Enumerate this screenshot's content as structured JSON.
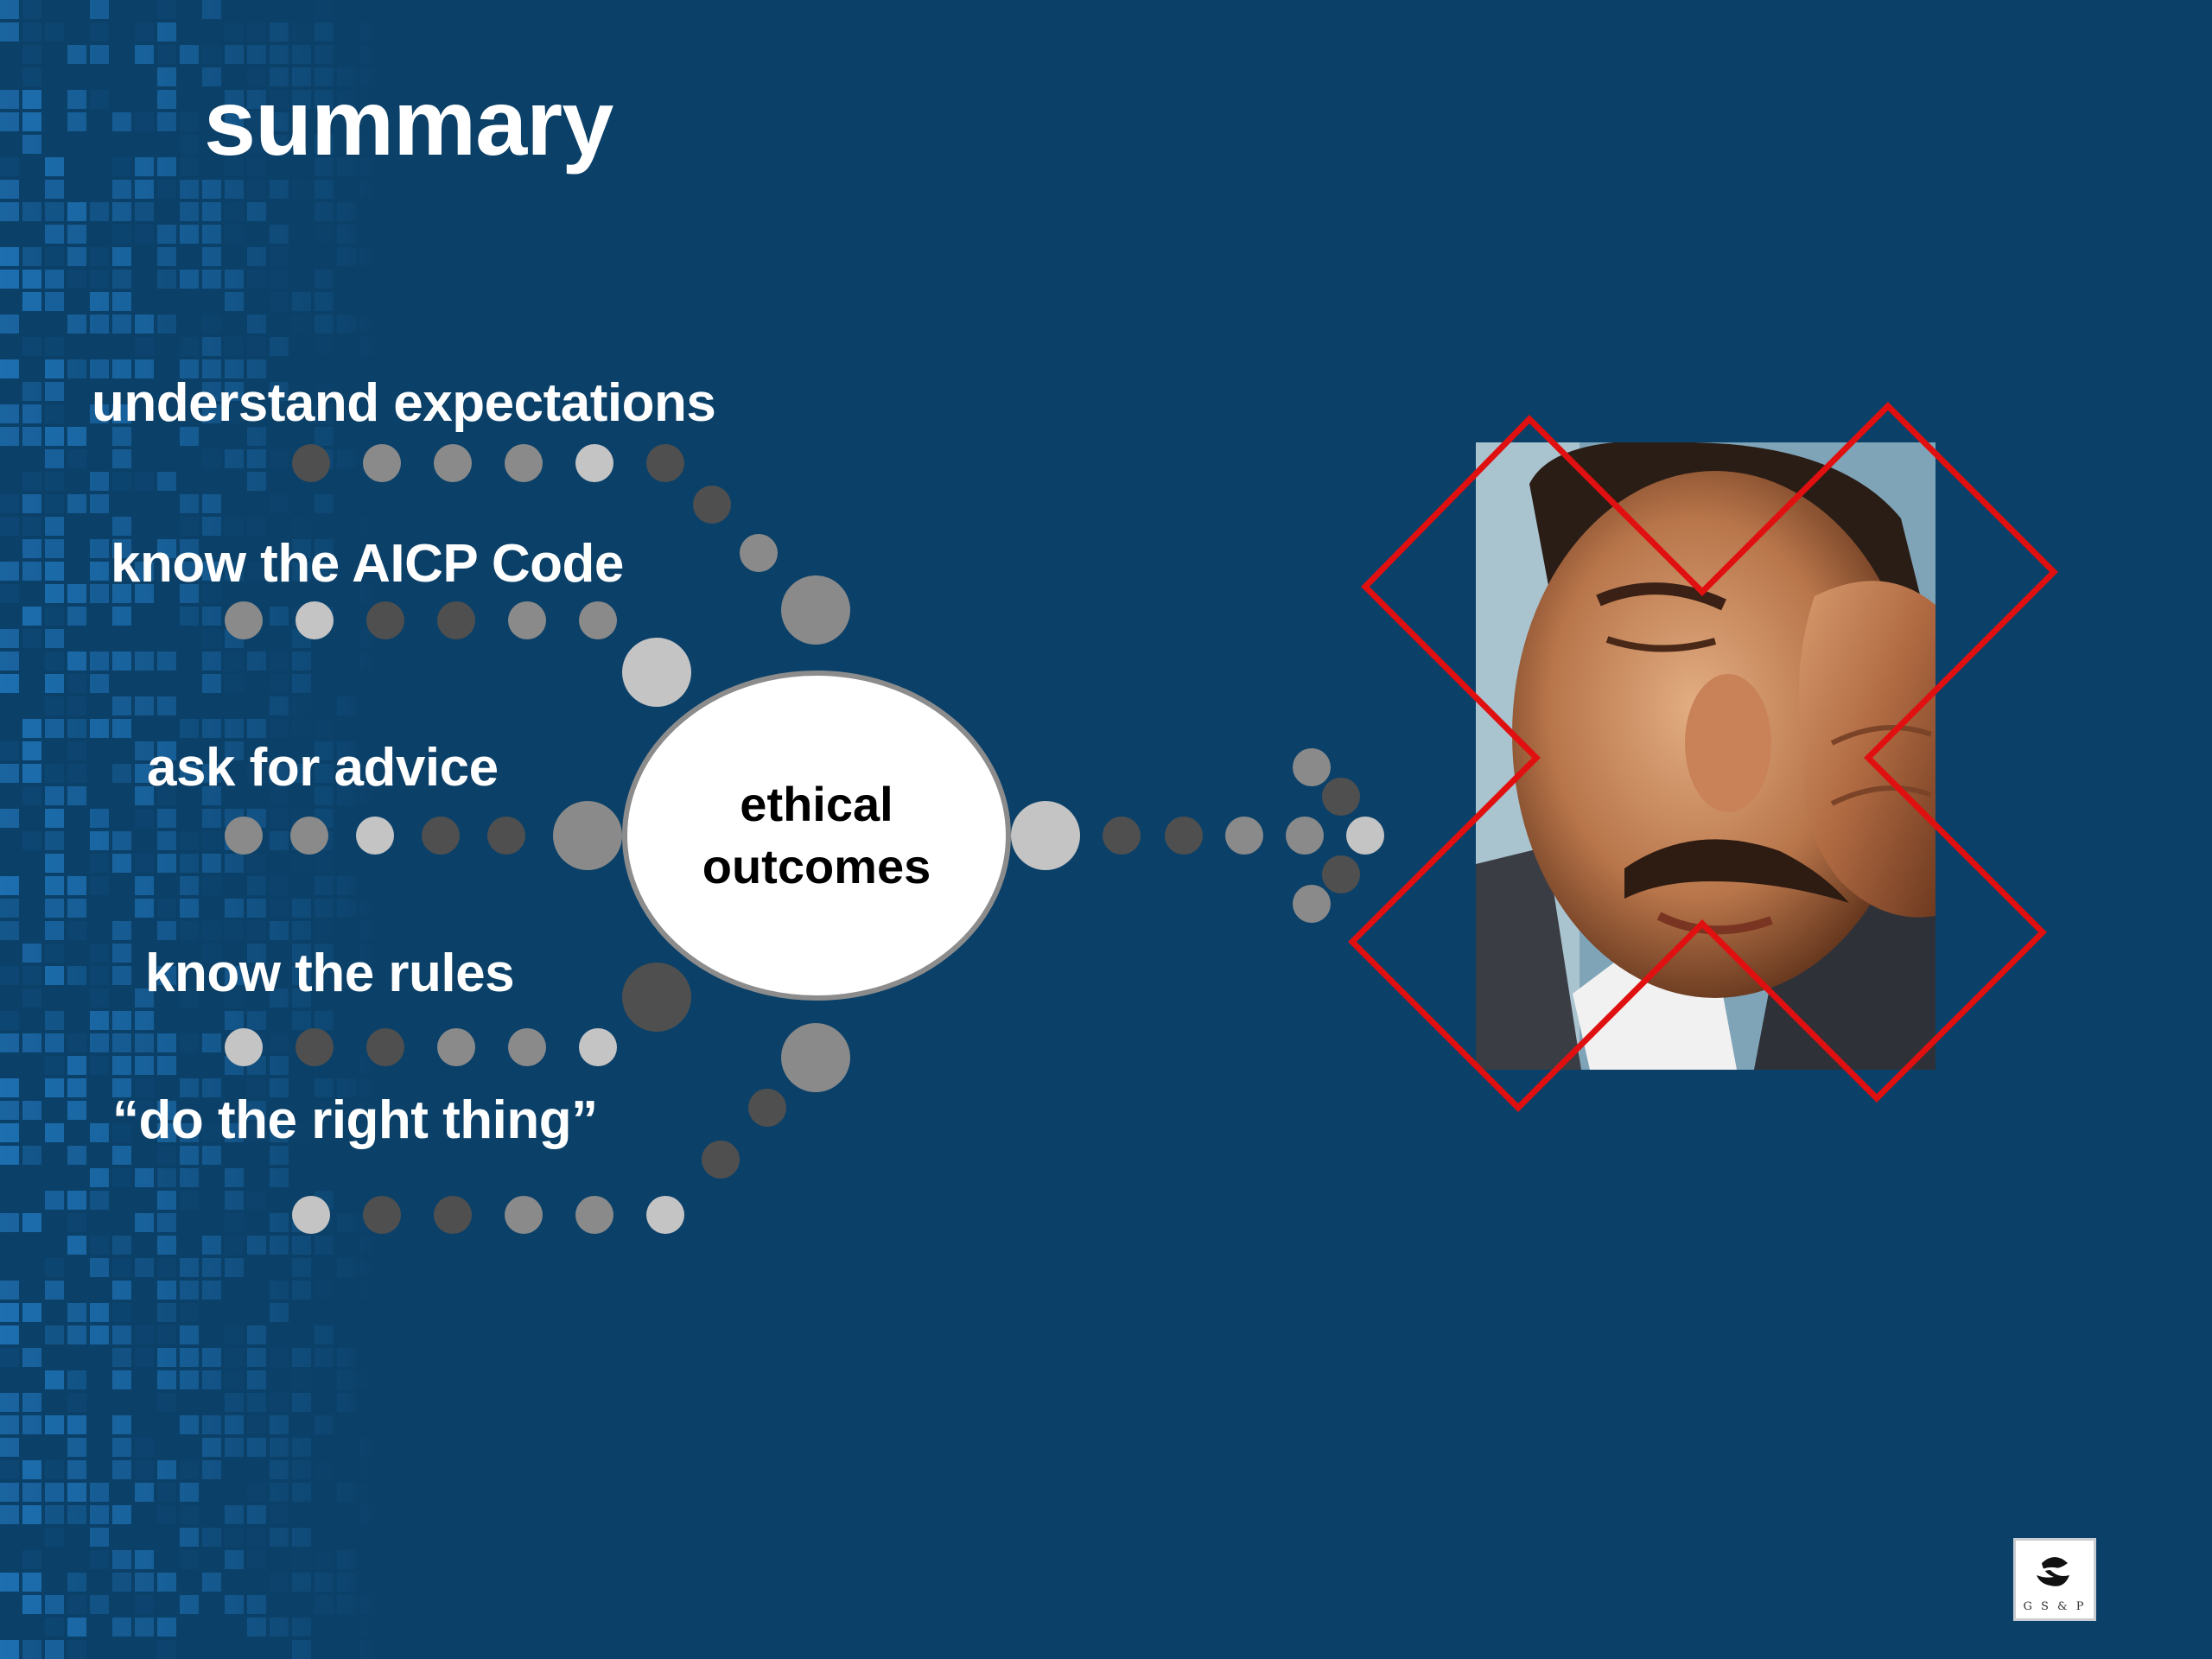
{
  "title": "summary",
  "inputs": [
    {
      "id": "understand",
      "label": "understand expectations"
    },
    {
      "id": "aicp",
      "label": "know the AICP Code"
    },
    {
      "id": "advice",
      "label": "ask for advice"
    },
    {
      "id": "rules",
      "label": "know the rules"
    },
    {
      "id": "right",
      "label": "“do the right thing”"
    }
  ],
  "center": {
    "line1": "ethical",
    "line2": "outcomes"
  },
  "result_image": {
    "icon": "distressed-man-photo",
    "overlay_icon": "red-x-icon"
  },
  "logo": {
    "text": "G S & P",
    "icon": "gsp-logo-icon"
  },
  "colors": {
    "background": "#0b4068",
    "pixel_light": "#1d6fb0",
    "dot_dark": "#4f4f4f",
    "dot_mid": "#8a8a8a",
    "dot_light": "#c4c4c4",
    "cross": "#e01010"
  }
}
